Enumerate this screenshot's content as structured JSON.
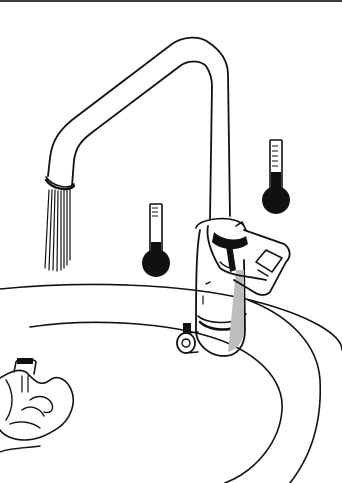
{
  "figure": {
    "kind": "faucet thermostat illustration",
    "colors": {
      "ink": "#111111",
      "background": "#ffffff",
      "top_bar": "#3a3a3a",
      "shade": "#bdbdbd"
    },
    "thermometers": [
      {
        "name": "hot-thermometer",
        "icon": "thermometer-icon",
        "level": 0.25
      },
      {
        "name": "cold-thermometer",
        "icon": "thermometer-icon",
        "level": 0.15
      }
    ],
    "icons": [
      "faucet-icon",
      "water-stream-icon",
      "hand-icon",
      "thermometer-icon"
    ]
  }
}
